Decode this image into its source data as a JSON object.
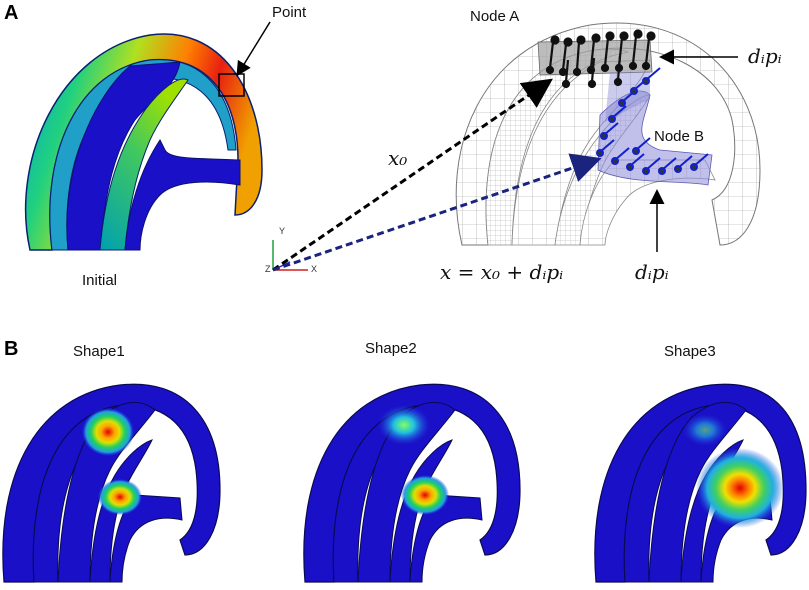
{
  "panels": {
    "a": "A",
    "b": "B"
  },
  "panel_a": {
    "point_label": "Point",
    "initial_label": "Initial",
    "node_a_label": "Node A",
    "node_b_label": "Node B",
    "x0_label": "x₀",
    "equation": "x = x₀ + dᵢpᵢ",
    "dp_label_top": "dᵢpᵢ",
    "dp_label_bottom": "dᵢpᵢ",
    "axis_y": "Y",
    "axis_z": "Z",
    "axis_x": "X"
  },
  "panel_b": {
    "shapes": [
      "Shape1",
      "Shape2",
      "Shape3"
    ]
  },
  "colors": {
    "mesh_blue": "#1a10c8",
    "dark_blue": "#00008b",
    "arrow_black": "#000000",
    "arrow_blue": "#1a237e",
    "highlight_purple": "#8c8cd8"
  }
}
